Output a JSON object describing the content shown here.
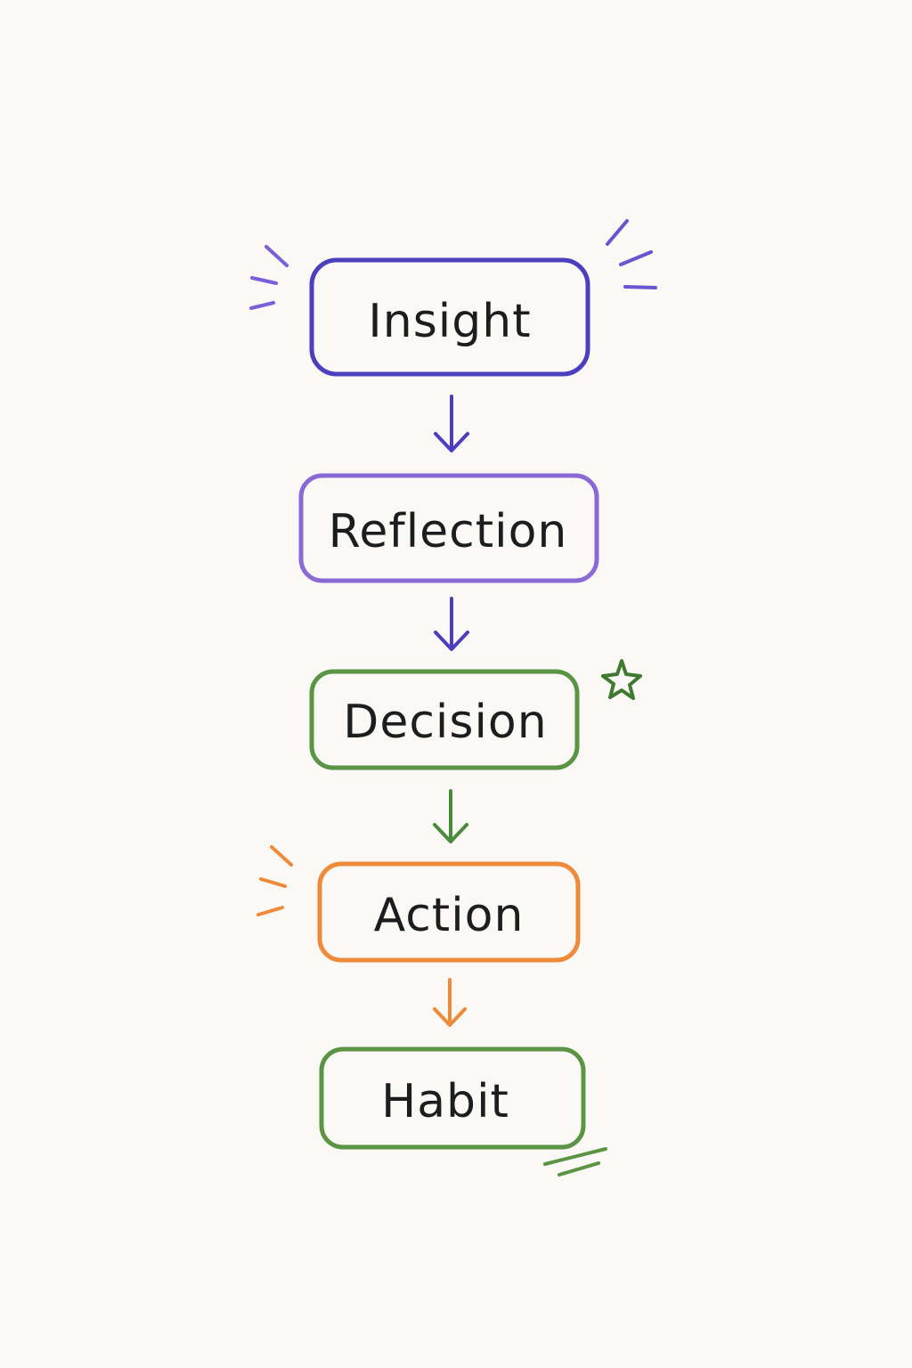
{
  "flow": {
    "nodes": [
      {
        "label": "Insight",
        "color": "#4b3fbf"
      },
      {
        "label": "Reflection",
        "color": "#8a6ad6"
      },
      {
        "label": "Decision",
        "color": "#5a9444"
      },
      {
        "label": "Action",
        "color": "#ef8a3a"
      },
      {
        "label": "Habit",
        "color": "#5a9444"
      }
    ],
    "arrows": [
      {
        "color": "#4b3fbf"
      },
      {
        "color": "#4b3fbf"
      },
      {
        "color": "#4b8a3c"
      },
      {
        "color": "#ef8a3a"
      }
    ]
  },
  "decorations": {
    "insight_spark_left_color": "#7b5fd6",
    "insight_spark_right_color": "#6a55d0",
    "decision_star_icon": "star-icon",
    "decision_star_color": "#3f7a30",
    "action_spark_color": "#ef8a3a",
    "habit_underline_color": "#5a9444"
  }
}
